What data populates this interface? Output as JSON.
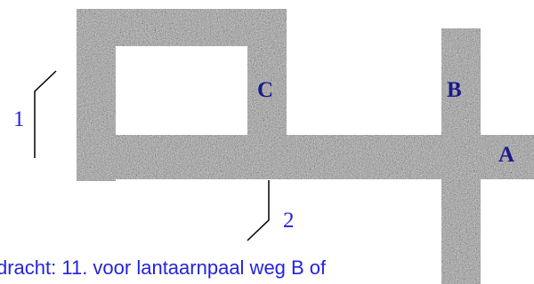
{
  "colors": {
    "road_label": "#1a1a8c",
    "marker": "#2323dd",
    "caption": "#2323dd",
    "road_base": "#9a9a9a",
    "road_dark": "#4d4d4d",
    "road_light": "#e4e4e4"
  },
  "roads": {
    "a_label": "A",
    "b_label": "B",
    "c_label": "C"
  },
  "markers": {
    "one_label": "1",
    "two_label": "2"
  },
  "caption": {
    "text": "dracht: 11. voor lantaarnpaal weg B of"
  }
}
